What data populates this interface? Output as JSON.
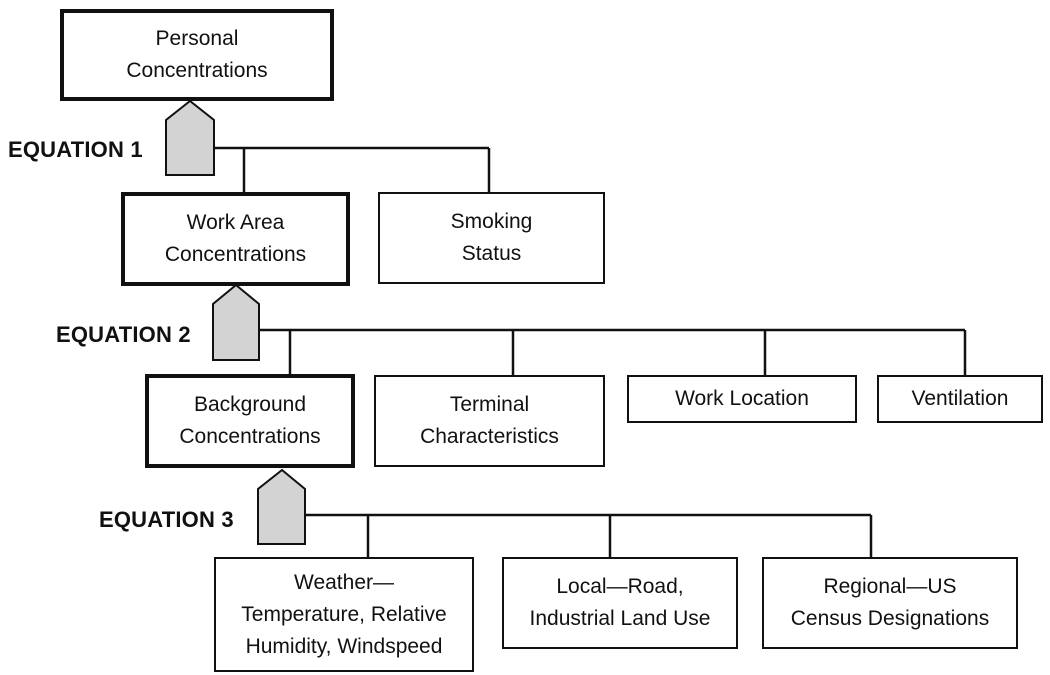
{
  "boxes": {
    "personal": "Personal\nConcentrations",
    "work_area": "Work Area\nConcentrations",
    "smoking": "Smoking\nStatus",
    "background": "Background\nConcentrations",
    "terminal": "Terminal\nCharacteristics",
    "work_location": "Work Location",
    "ventilation": "Ventilation",
    "weather": "Weather—\nTemperature, Relative\nHumidity, Windspeed",
    "local": "Local—Road,\nIndustrial Land Use",
    "regional": "Regional—US\nCensus Designations"
  },
  "equations": {
    "eq1": "EQUATION 1",
    "eq2": "EQUATION 2",
    "eq3": "EQUATION 3"
  }
}
